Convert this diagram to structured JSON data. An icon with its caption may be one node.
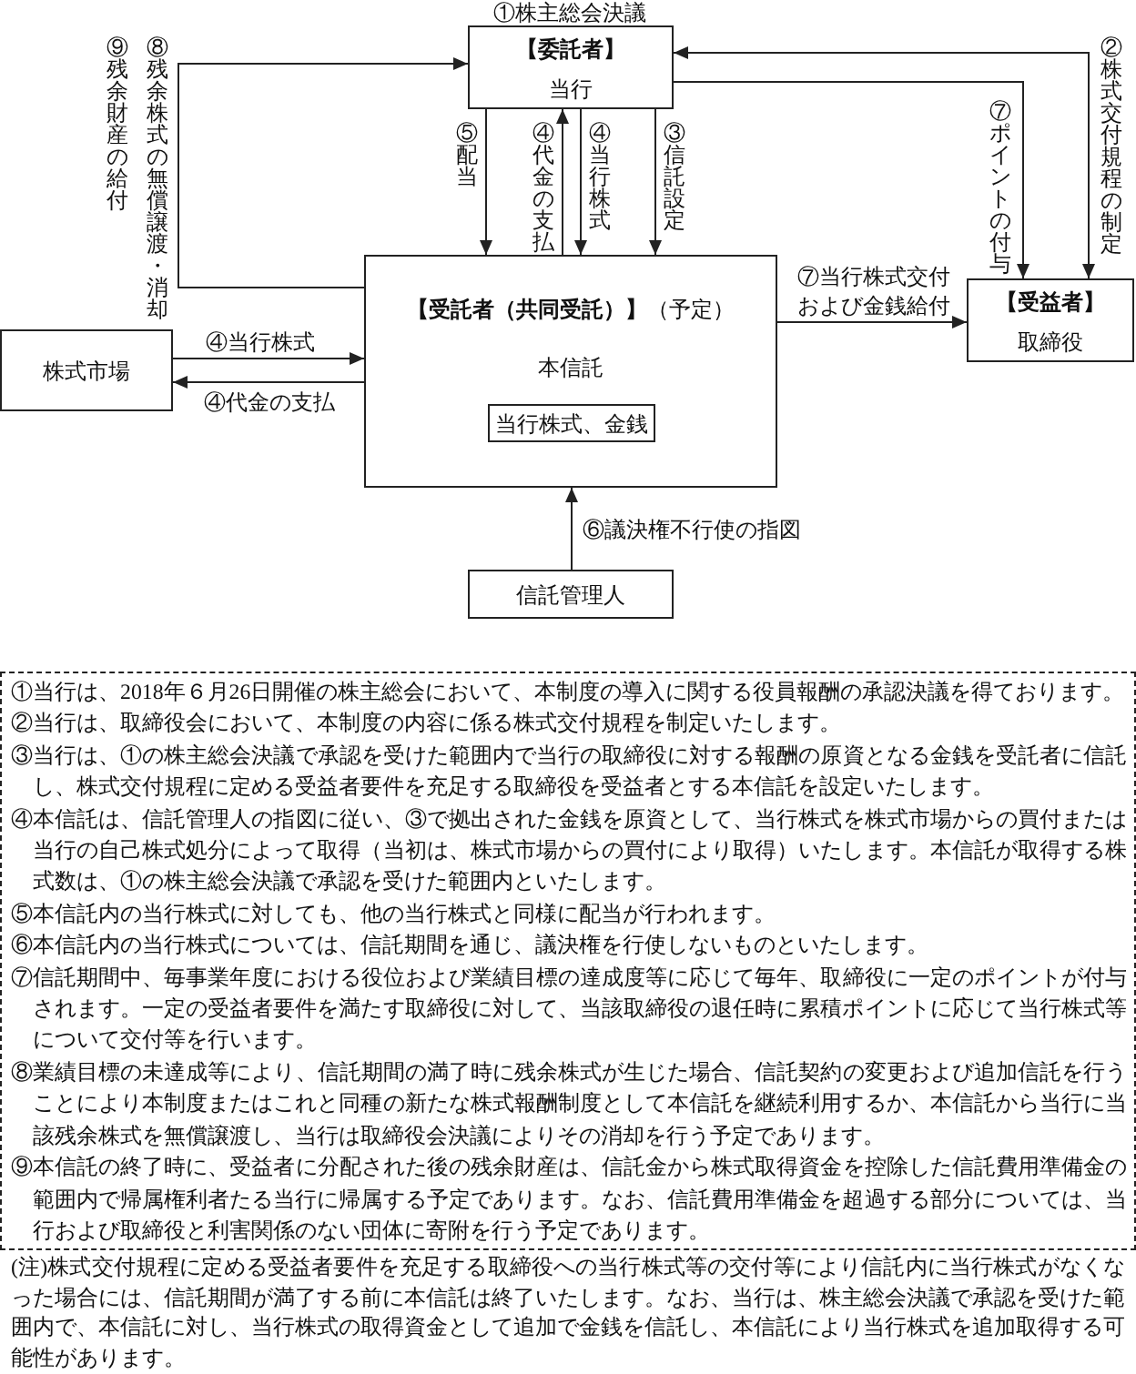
{
  "diagram": {
    "nodes": [
      {
        "text": [
          "【委託者】",
          "当行"
        ],
        "beside": [
          "①株主総会決議"
        ]
      },
      {
        "text": [
          "**【受託者（共同受託）】**（予定）",
          "本信託"
        ]
      },
      {
        "text": [
          "当行株式、金銭"
        ],
        "in": 1
      },
      {
        "text": [
          "【受益者】",
          "取締役"
        ]
      },
      {
        "text": [
          "株式市場"
        ]
      },
      {
        "text": [
          "信託管理人"
        ]
      },
      {
        "text": [
          "①当行は、2018年６月26日開催の株主総会において、本制度の導入に関する役員報酬の承認決議を得ております。",
          "②当行は、取締役会において、本制度の内容に係る株式交付規程を制定いたします。",
          "③当行は、①の株主総会決議で承認を受けた範囲内で当行の取締役に対する報酬の原資となる金銭を受託者に信託し、株式交付規程に定める受益者要件を充足する取締役を受益者とする本信託を設定いたします。",
          "④本信託は、信託管理人の指図に従い、③で拠出された金銭を原資として、当行株式を株式市場からの買付または当行の自己株式処分によって取得（当初は、株式市場からの買付により取得）いたします。本信託が取得する株式数は、①の株主総会決議で承認を受けた範囲内といたします。",
          "⑤本信託内の当行株式に対しても、他の当行株式と同様に配当が行われます。",
          "⑥本信託内の当行株式については、信託期間を通じ、議決権を行使しないものといたします。",
          "⑦信託期間中、毎事業年度における役位および業績目標の達成度等に応じて毎年、取締役に一定のポイントが付与されます。一定の受益者要件を満たす取締役に対して、当該取締役の退任時に累積ポイントに応じて当行株式等について交付等を行います。",
          "⑧業績目標の未達成等により、信託期間の満了時に残余株式が生じた場合、信託契約の変更および追加信託を行うことにより本制度またはこれと同種の新たな株式報酬制度として本信託を継続利用するか、本信託から当行に当該残余株式を無償譲渡し、当行は取締役会決議によりその消却を行う予定であります。",
          "⑨本信託の終了時に、受益者に分配された後の残余財産は、信託金から株式取得資金を控除した信託費用準備金の範囲内で帰属権利者たる当行に帰属する予定であります。なお、信託費用準備金を超過する部分については、当行および取締役と利害関係のない団体に寄附を行う予定であります。"
        ]
      }
    ],
    "edges": [
      {
        "from": 1,
        "to": 0,
        "arrow": "to",
        "label": "⑧残余株式の無償譲渡・消却"
      },
      {
        "from": 0,
        "to": 1,
        "arrow": "to",
        "label": "⑤配当"
      },
      {
        "from": 1,
        "to": 0,
        "arrow": "to",
        "label": "④代金の支払"
      },
      {
        "from": 0,
        "to": 1,
        "arrow": "to",
        "label": "④当行株式"
      },
      {
        "from": 0,
        "to": 1,
        "arrow": "to",
        "label": "③信託設定"
      },
      {
        "from": 0,
        "to": 3,
        "arrow": "both",
        "label": "②株式交付規程の制定"
      },
      {
        "from": 0,
        "to": 3,
        "arrow": "to",
        "label": "⑦ポイントの付与"
      },
      {
        "from": 1,
        "to": 3,
        "arrow": "to",
        "label": "⑦当行株式交付および金銭給付"
      },
      {
        "from": 4,
        "to": 1,
        "arrow": "to",
        "label": "④当行株式"
      },
      {
        "from": 1,
        "to": 4,
        "arrow": "to",
        "label": "④代金の支払"
      },
      {
        "from": 5,
        "to": 1,
        "arrow": "to",
        "label": "⑥議決権不行使の指図"
      }
    ],
    "labels": [
      "⑨残余財産の給付",
      "(注)株式交付規程に定める受益者要件を充足する取締役への当行株式等の交付等により信託内に当行株式がなくなった場合には、信託期間が満了する前に本信託は終了いたします。なお、当行は、株主総会決議で承認を受けた範囲内で、本信託に対し、当行株式の取得資金として追加で金銭を信託し、本信託により当行株式を追加取得する可能性があります。"
    ]
  }
}
